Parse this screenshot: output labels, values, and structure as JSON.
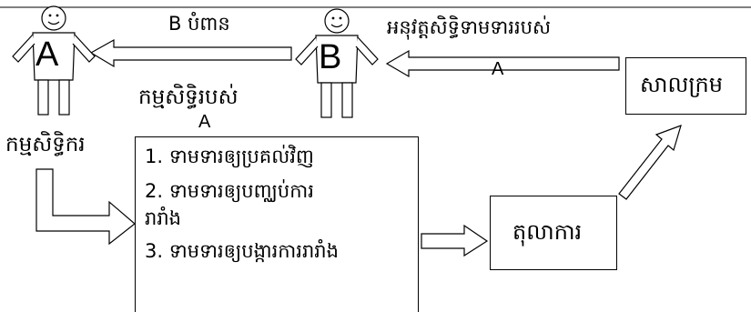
{
  "people": {
    "a": {
      "letter": "A",
      "caption": "កម្មសិទ្ធិករ"
    },
    "b": {
      "letter": "B"
    }
  },
  "labels": {
    "arrow1_top": "B បំពាន",
    "arrow1_bottom": "កម្មសិទ្ធិរបស់",
    "arrow1_bottom_owner": "A",
    "arrow2_top": "អនុវត្តសិទ្ធិទាមទាររបស់",
    "arrow2_bottom": "A"
  },
  "boxes": {
    "council": "សាលក្រម",
    "court": "តុលាការ"
  },
  "claims": [
    {
      "number": "1.",
      "text": "ទាមទារឲ្យប្រគល់វិញ"
    },
    {
      "number": "2.",
      "text": "ទាមទារឲ្យបញ្ឈប់ការ"
    },
    {
      "number": "",
      "text": "រារាំង"
    },
    {
      "number": "3.",
      "text": "ទាមទារឲ្យបង្ការការរារាំង"
    }
  ],
  "colors": {
    "stroke": "#000000",
    "fill": "#ffffff"
  }
}
